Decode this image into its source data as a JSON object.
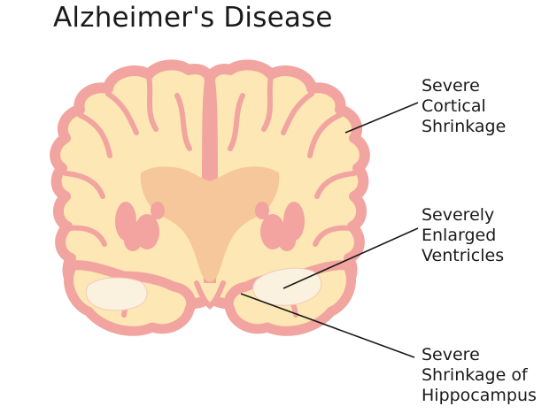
{
  "title": "Alzheimer's Disease",
  "labels": {
    "cortical": [
      "Severe",
      "Cortical",
      "Shrinkage"
    ],
    "ventricles": [
      "Severely",
      "Enlarged",
      "Ventricles"
    ],
    "hippocampus": [
      "Severe",
      "Shrinkage of",
      "Hippocampus"
    ]
  },
  "colors": {
    "brain_outline": "#f2a4a0",
    "brain_fill": "#fde7b4",
    "ventricle": "#f5c79a",
    "basal_ganglia": "#f3a3a0",
    "hippocampus": "#fbf1df",
    "leader_line": "#1a1a1a",
    "text": "#1a1a1a"
  }
}
